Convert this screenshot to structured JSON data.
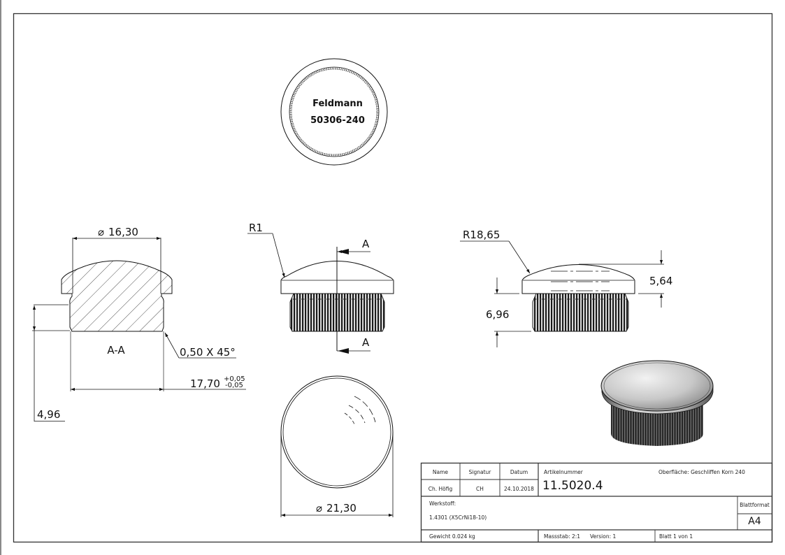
{
  "drawing": {
    "top_view": {
      "brand": "Feldmann",
      "part_code": "50306-240"
    },
    "section_view": {
      "label": "A-A",
      "diameter": "16,30",
      "chamfer": "0,50 X 45°",
      "width": "17,70",
      "tol_plus": "+0,05",
      "tol_minus": "-0,05",
      "height": "4,96"
    },
    "front_view": {
      "radius": "R1",
      "section_mark_top": "A",
      "section_mark_bottom": "A"
    },
    "side_view": {
      "radius": "R18,65",
      "dome_height": "5,64",
      "body_height": "6,96"
    },
    "bottom_view": {
      "diameter": "21,30"
    }
  },
  "title_block": {
    "headers": {
      "name": "Name",
      "signature": "Signatur",
      "date": "Datum",
      "article_label": "Artikelnummer"
    },
    "values": {
      "name": "Ch. Höfig",
      "signature": "CH",
      "date": "24.10.2018",
      "article_number": "11.5020.4"
    },
    "surface": "Oberfläche:  Geschliffen Korn 240",
    "material_label": "Werkstoff:",
    "material_value": "1.4301 (X5CrNi18-10)",
    "format_label": "Blattformat",
    "format_value": "A4",
    "weight": "Gewicht 0.024 kg",
    "scale": "Massstab: 2:1",
    "version": "Version: 1",
    "sheet": "Blatt 1 von 1"
  },
  "colors": {
    "line": "#111111",
    "frame": "#333333",
    "background": "#ffffff"
  }
}
